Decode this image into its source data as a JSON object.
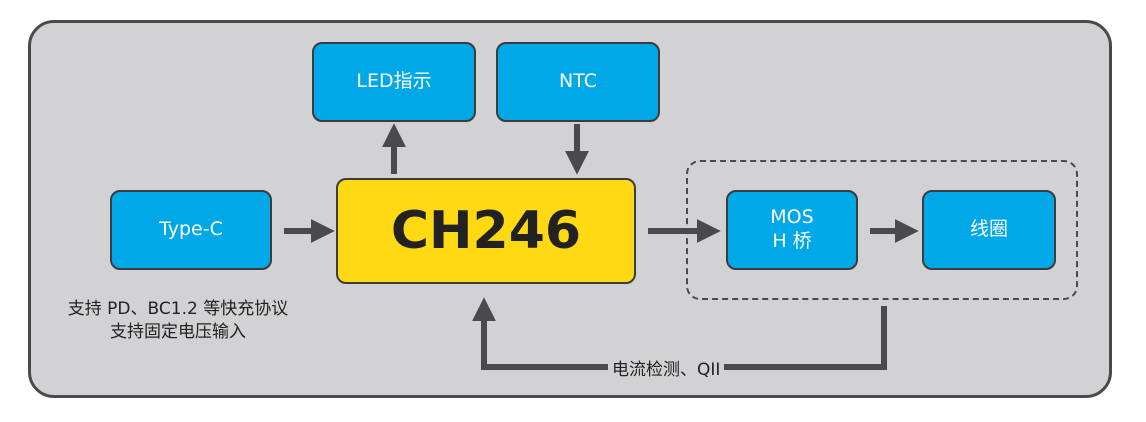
{
  "blocks": {
    "typec": "Type-C",
    "led": "LED指示",
    "ntc": "NTC",
    "main": "CH246",
    "mos_line1": "MOS",
    "mos_line2": "H 桥",
    "coil": "线圈"
  },
  "notes": {
    "typec_line1": "支持 PD、BC1.2 等快充协议",
    "typec_line2": "支持固定电压输入"
  },
  "feedback": {
    "label": "电流检测、QII"
  },
  "colors": {
    "block_blue": "#00a8e8",
    "main_yellow": "#ffd914",
    "panel_gray": "#d2d2d4",
    "line_dark": "#4a4a4c"
  }
}
